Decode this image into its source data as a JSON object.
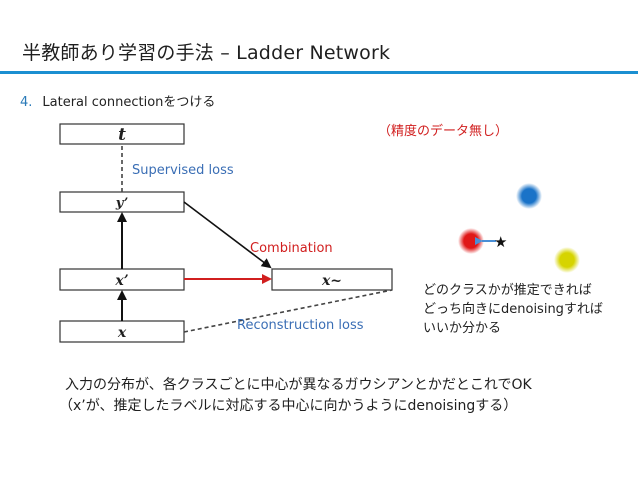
{
  "slide": {
    "title": "半教師あり学習の手法 – Ladder Network",
    "bullet_number": "4.",
    "bullet_text": "Lateral connectionをつける",
    "accent_color": "#1b8fd1"
  },
  "diagram": {
    "boxes": {
      "t": "t",
      "y_prime": "y’",
      "x_prime": "x’",
      "x": "x",
      "x_tilde": "x~"
    },
    "labels": {
      "supervised_loss": "Supervised loss",
      "combination": "Combination",
      "reconstruction_loss": "Reconstruction loss"
    },
    "colors": {
      "supervised_loss": "#3a6eb5",
      "combination": "#d11f1f",
      "reconstruction_loss": "#3a6eb5",
      "combination_arrow": "#d11f1f"
    }
  },
  "notes": {
    "no_labels": "（精度のデータ無し）",
    "class_note_line1": "どのクラスかが推定できれば",
    "class_note_line2": "どっち向きにdenoisingすれば",
    "class_note_line3": "いいか分かる"
  },
  "cluster_points": [
    {
      "name": "blue-point",
      "color": "#1a73c8"
    },
    {
      "name": "red-point",
      "color": "#e01818"
    },
    {
      "name": "yellow-point",
      "color": "#d6d400"
    },
    {
      "name": "star-point",
      "color": "#111111",
      "glyph": "★"
    }
  ],
  "summary": {
    "line1": "入力の分布が、各クラスごとに中心が異なるガウシアンとかだとこれでOK",
    "line2": "（x’が、推定したラベルに対応する中心に向かうようにdenoisingする）"
  }
}
